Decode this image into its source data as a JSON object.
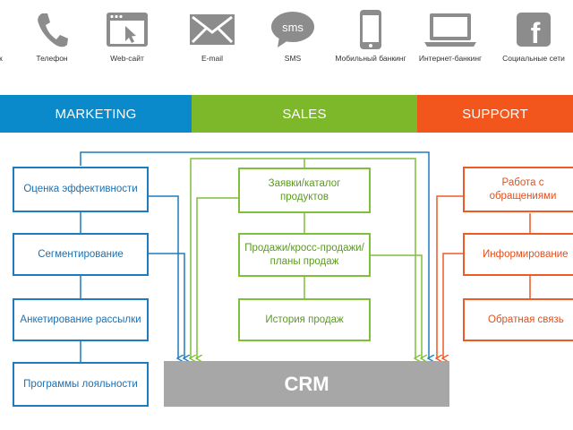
{
  "channels": [
    {
      "label": "ж",
      "icon": "contact-icon"
    },
    {
      "label": "Телефон",
      "icon": "phone-icon"
    },
    {
      "label": "Web-сайт",
      "icon": "browser-icon"
    },
    {
      "label": "E-mail",
      "icon": "envelope-icon"
    },
    {
      "label": "SMS",
      "icon": "sms-icon"
    },
    {
      "label": "Мобильный банкинг",
      "icon": "smartphone-icon"
    },
    {
      "label": "Интернет-банкинг",
      "icon": "laptop-icon"
    },
    {
      "label": "Социальные сети",
      "icon": "facebook-icon"
    }
  ],
  "icon_sms_text": "sms",
  "icon_fb_text": "f",
  "bands": {
    "marketing": "MARKETING",
    "sales": "SALES",
    "support": "SUPPORT"
  },
  "colors": {
    "marketing": "#0a8acb",
    "sales": "#7cb829",
    "support": "#f2561c",
    "crm": "#a7a7a7",
    "icons": "#8c8c8c"
  },
  "marketing_boxes": [
    "Оценка эффективности",
    "Сегментирование",
    "Анкетирование рассылки",
    "Программы лояльности"
  ],
  "sales_boxes": [
    "Заявки/каталог продуктов",
    "Продажи/кросс-продажи/планы продаж",
    "История продаж"
  ],
  "support_boxes": [
    "Работа с обращениями",
    "Информирование",
    "Обратная связь"
  ],
  "crm_label": "CRM"
}
